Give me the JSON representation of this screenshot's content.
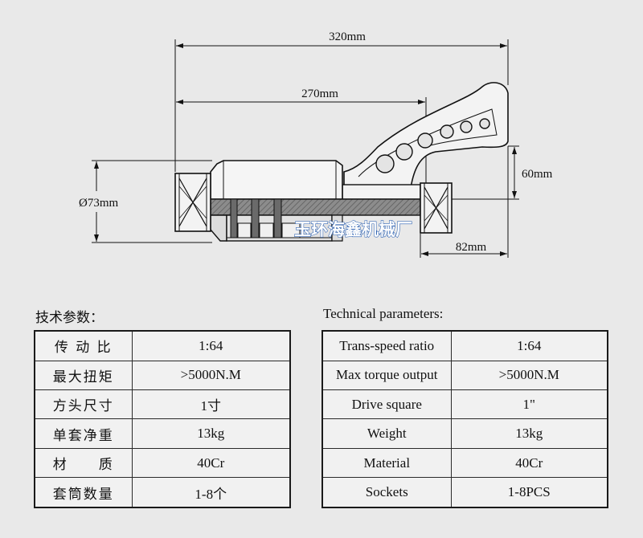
{
  "drawing": {
    "dimensions": {
      "overall_length": "320mm",
      "span": "270mm",
      "diameter": "Ø73mm",
      "arm_height": "60mm",
      "arm_offset": "82mm"
    },
    "watermark": "玉环海鑫机械厂"
  },
  "cn_table": {
    "heading": "技术参数：",
    "rows": [
      {
        "label": "传 动 比",
        "value": "1:64"
      },
      {
        "label": "最大扭矩",
        "value": ">5000N.M"
      },
      {
        "label": "方头尺寸",
        "value": "1寸"
      },
      {
        "label": "单套净重",
        "value": "13kg"
      },
      {
        "label": "材　　质",
        "value": "40Cr"
      },
      {
        "label": "套筒数量",
        "value": "1-8个"
      }
    ]
  },
  "en_table": {
    "heading": "Technical parameters:",
    "rows": [
      {
        "label": "Trans-speed ratio",
        "value": "1:64"
      },
      {
        "label": "Max torque output",
        "value": ">5000N.M"
      },
      {
        "label": "Drive square",
        "value": "1\""
      },
      {
        "label": "Weight",
        "value": "13kg"
      },
      {
        "label": "Material",
        "value": "40Cr"
      },
      {
        "label": "Sockets",
        "value": "1-8PCS"
      }
    ]
  },
  "colors": {
    "background": "#e9e9e9",
    "line": "#111111",
    "watermark_stroke": "#2a5fb0"
  }
}
